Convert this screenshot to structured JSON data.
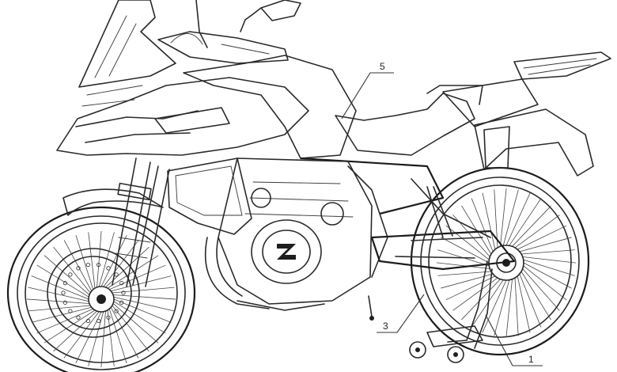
{
  "callouts": [
    {
      "id": "1",
      "label": "1"
    },
    {
      "id": "3",
      "label": "3"
    },
    {
      "id": "5",
      "label": "5"
    }
  ],
  "colors": {
    "line": "#2a2a2a",
    "background": "#ffffff"
  }
}
